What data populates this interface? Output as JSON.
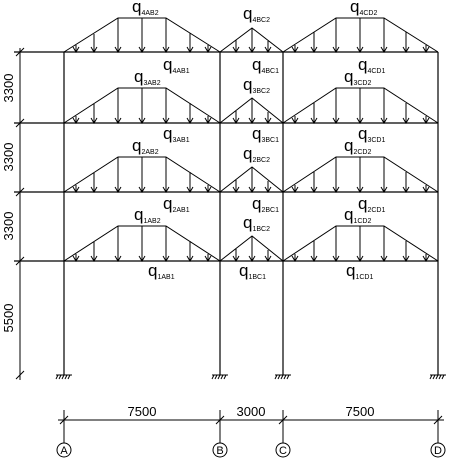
{
  "loads": [
    {
      "id": "q4AB2",
      "main": "q",
      "sub": "4AB2"
    },
    {
      "id": "q4BC2",
      "main": "q",
      "sub": "4BC2"
    },
    {
      "id": "q4CD2",
      "main": "q",
      "sub": "4CD2"
    },
    {
      "id": "q4AB1",
      "main": "q",
      "sub": "4AB1"
    },
    {
      "id": "q4BC1",
      "main": "q",
      "sub": "4BC1"
    },
    {
      "id": "q4CD1",
      "main": "q",
      "sub": "4CD1"
    },
    {
      "id": "q3AB2",
      "main": "q",
      "sub": "3AB2"
    },
    {
      "id": "q3BC2",
      "main": "q",
      "sub": "3BC2"
    },
    {
      "id": "q3CD2",
      "main": "q",
      "sub": "3CD2"
    },
    {
      "id": "q3AB1",
      "main": "q",
      "sub": "3AB1"
    },
    {
      "id": "q3BC1",
      "main": "q",
      "sub": "3BC1"
    },
    {
      "id": "q3CD1",
      "main": "q",
      "sub": "3CD1"
    },
    {
      "id": "q2AB2",
      "main": "q",
      "sub": "2AB2"
    },
    {
      "id": "q2BC2",
      "main": "q",
      "sub": "2BC2"
    },
    {
      "id": "q2CD2",
      "main": "q",
      "sub": "2CD2"
    },
    {
      "id": "q2AB1",
      "main": "q",
      "sub": "2AB1"
    },
    {
      "id": "q2BC1",
      "main": "q",
      "sub": "2BC1"
    },
    {
      "id": "q2CD1",
      "main": "q",
      "sub": "2CD1"
    },
    {
      "id": "q1AB2",
      "main": "q",
      "sub": "1AB2"
    },
    {
      "id": "q1BC2",
      "main": "q",
      "sub": "1BC2"
    },
    {
      "id": "q1CD2",
      "main": "q",
      "sub": "1CD2"
    },
    {
      "id": "q1AB1",
      "main": "q",
      "sub": "1AB1"
    },
    {
      "id": "q1BC1",
      "main": "q",
      "sub": "1BC1"
    },
    {
      "id": "q1CD1",
      "main": "q",
      "sub": "1CD1"
    }
  ],
  "story_heights": [
    "3300",
    "3300",
    "3300",
    "5500"
  ],
  "bay_widths": [
    "7500",
    "3000",
    "7500"
  ],
  "axes": [
    "A",
    "B",
    "C",
    "D"
  ]
}
